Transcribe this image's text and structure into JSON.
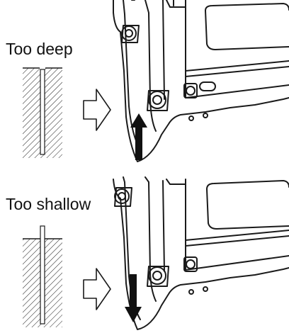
{
  "panels": [
    {
      "label": "Too deep",
      "arrow_direction": "up"
    },
    {
      "label": "Too shallow",
      "arrow_direction": "down"
    }
  ],
  "colors": {
    "line": "#1a1a1a",
    "arrow": "#111111",
    "background": "#ffffff"
  }
}
